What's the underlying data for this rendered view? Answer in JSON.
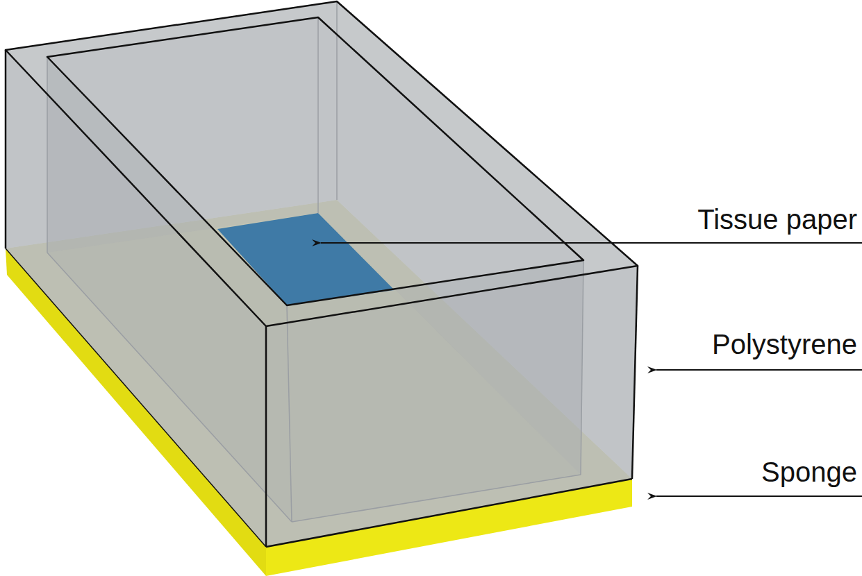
{
  "diagram": {
    "labels": [
      "Tissue paper",
      "Polystyrene",
      "Sponge"
    ]
  }
}
